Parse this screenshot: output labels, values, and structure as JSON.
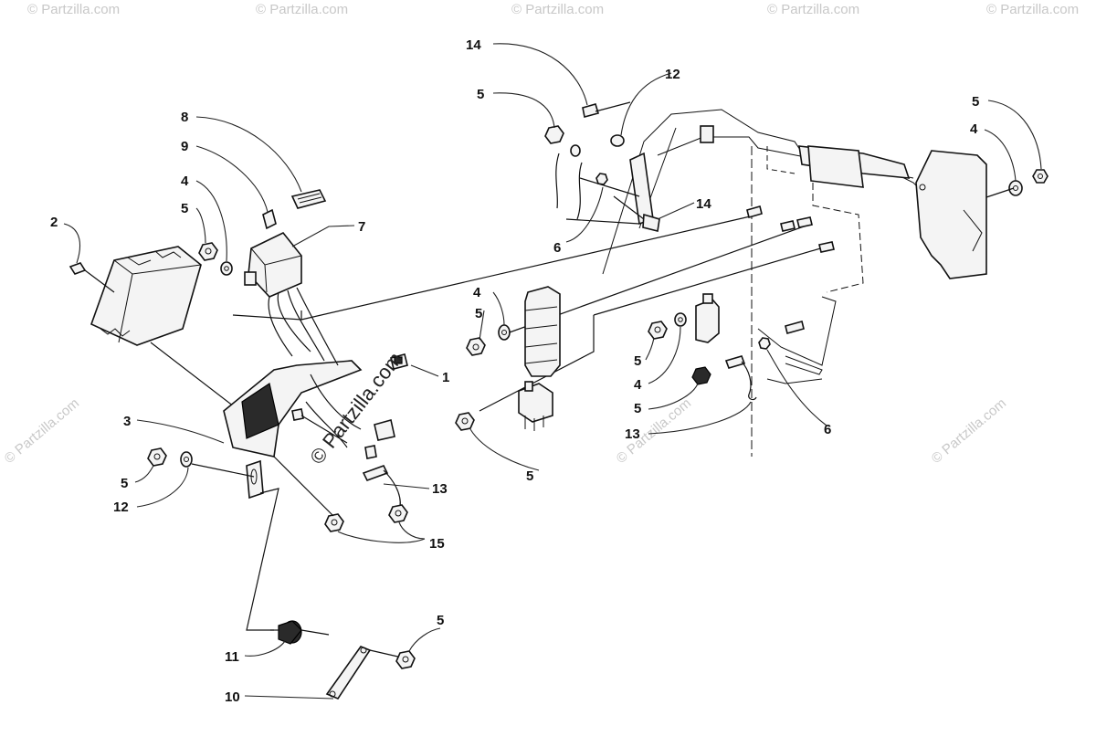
{
  "watermark": {
    "main_text": "© Partzilla.com",
    "repeat_text": "© Partzilla.com"
  },
  "callouts": {
    "c1": "1",
    "c2": "2",
    "c3": "3",
    "c4a": "4",
    "c4b": "4",
    "c4c": "4",
    "c4d": "4",
    "c5a": "5",
    "c5b": "5",
    "c5c": "5",
    "c5d": "5",
    "c5e": "5",
    "c5f": "5",
    "c5g": "5",
    "c5h": "5",
    "c5i": "5",
    "c6a": "6",
    "c6b": "6",
    "c7": "7",
    "c8": "8",
    "c9": "9",
    "c10": "10",
    "c11": "11",
    "c12a": "12",
    "c12b": "12",
    "c13a": "13",
    "c13b": "13",
    "c14a": "14",
    "c14b": "14",
    "c15": "15"
  }
}
